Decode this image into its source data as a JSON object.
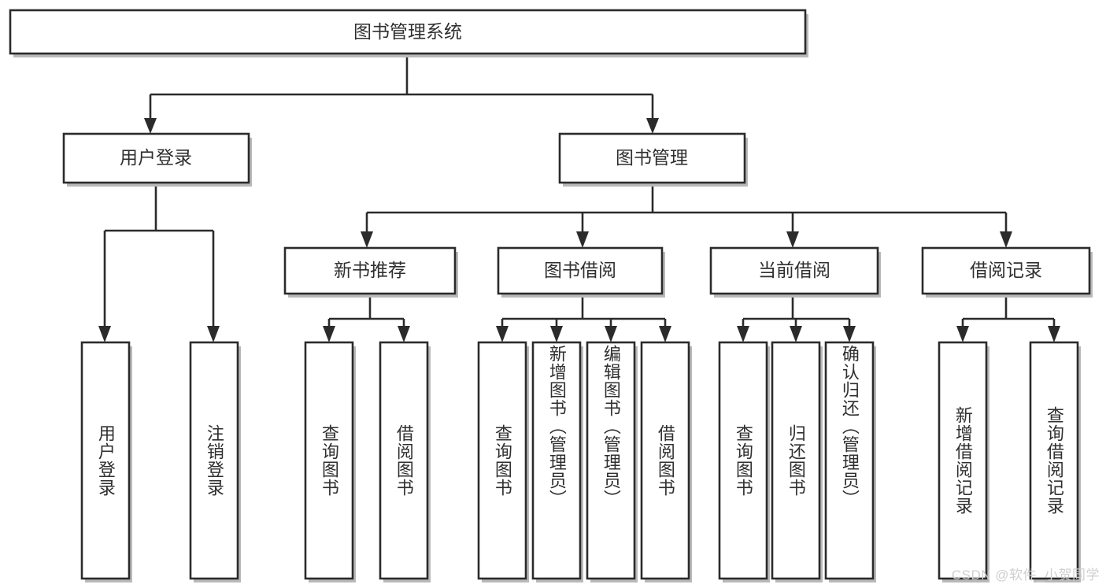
{
  "diagram": {
    "title": "图书管理系统",
    "type": "hierarchy-tree",
    "watermark": "CSDN @软件_小贺同学",
    "colors": {
      "stroke": "#2b2b2b",
      "text": "#2f2f2f",
      "background": "#ffffff",
      "shadow": "#b9b9b9",
      "watermark": "#cfcfcf"
    },
    "levels": {
      "root": {
        "label": "图书管理系统"
      },
      "level2": [
        {
          "label": "用户登录"
        },
        {
          "label": "图书管理"
        }
      ],
      "level3": [
        {
          "label": "新书推荐"
        },
        {
          "label": "图书借阅"
        },
        {
          "label": "当前借阅"
        },
        {
          "label": "借阅记录"
        }
      ]
    },
    "leaves": {
      "user_login": [
        {
          "label": "用户登录"
        },
        {
          "label": "注销登录"
        }
      ],
      "new_book_recommend": [
        {
          "label": "查询图书"
        },
        {
          "label": "借阅图书"
        }
      ],
      "book_borrow": [
        {
          "label": "查询图书"
        },
        {
          "label": "新增图书（管理员）"
        },
        {
          "label": "编辑图书（管理员）"
        },
        {
          "label": "借阅图书"
        }
      ],
      "current_borrow": [
        {
          "label": "查询图书"
        },
        {
          "label": "归还图书"
        },
        {
          "label": "确认归还（管理员）"
        }
      ],
      "borrow_record": [
        {
          "label": "新增借阅记录"
        },
        {
          "label": "查询借阅记录"
        }
      ]
    }
  }
}
